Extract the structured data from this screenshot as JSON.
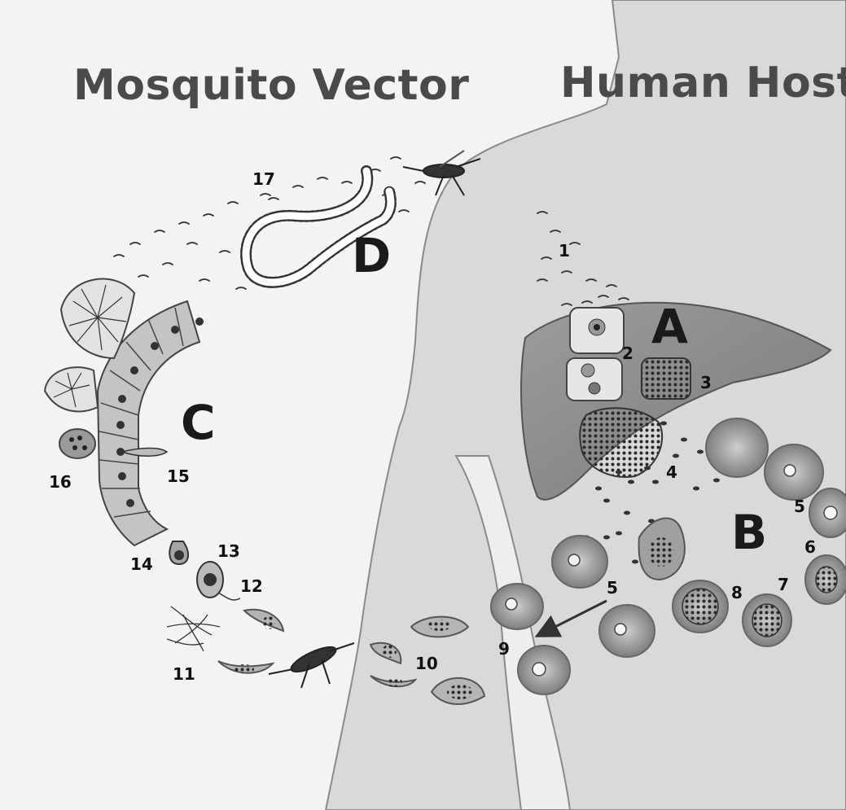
{
  "headings": {
    "left": "Mosquito Vector",
    "right": "Human Host"
  },
  "stages": {
    "a": "A",
    "b": "B",
    "c": "C",
    "d": "D"
  },
  "numbers": {
    "n1": "1",
    "n2": "2",
    "n3": "3",
    "n4": "4",
    "n5a": "5",
    "n5b": "5",
    "n6": "6",
    "n7": "7",
    "n8": "8",
    "n9": "9",
    "n10": "10",
    "n11": "11",
    "n12": "12",
    "n13": "13",
    "n14": "14",
    "n15": "15",
    "n16": "16",
    "n17": "17"
  },
  "colors": {
    "background": "#f3f3f3",
    "body": "#d9d9d9",
    "liver": "#8f8f8f",
    "rbc": "#9a9a9a",
    "cell": "#bdbdbd",
    "text": "#111111"
  }
}
